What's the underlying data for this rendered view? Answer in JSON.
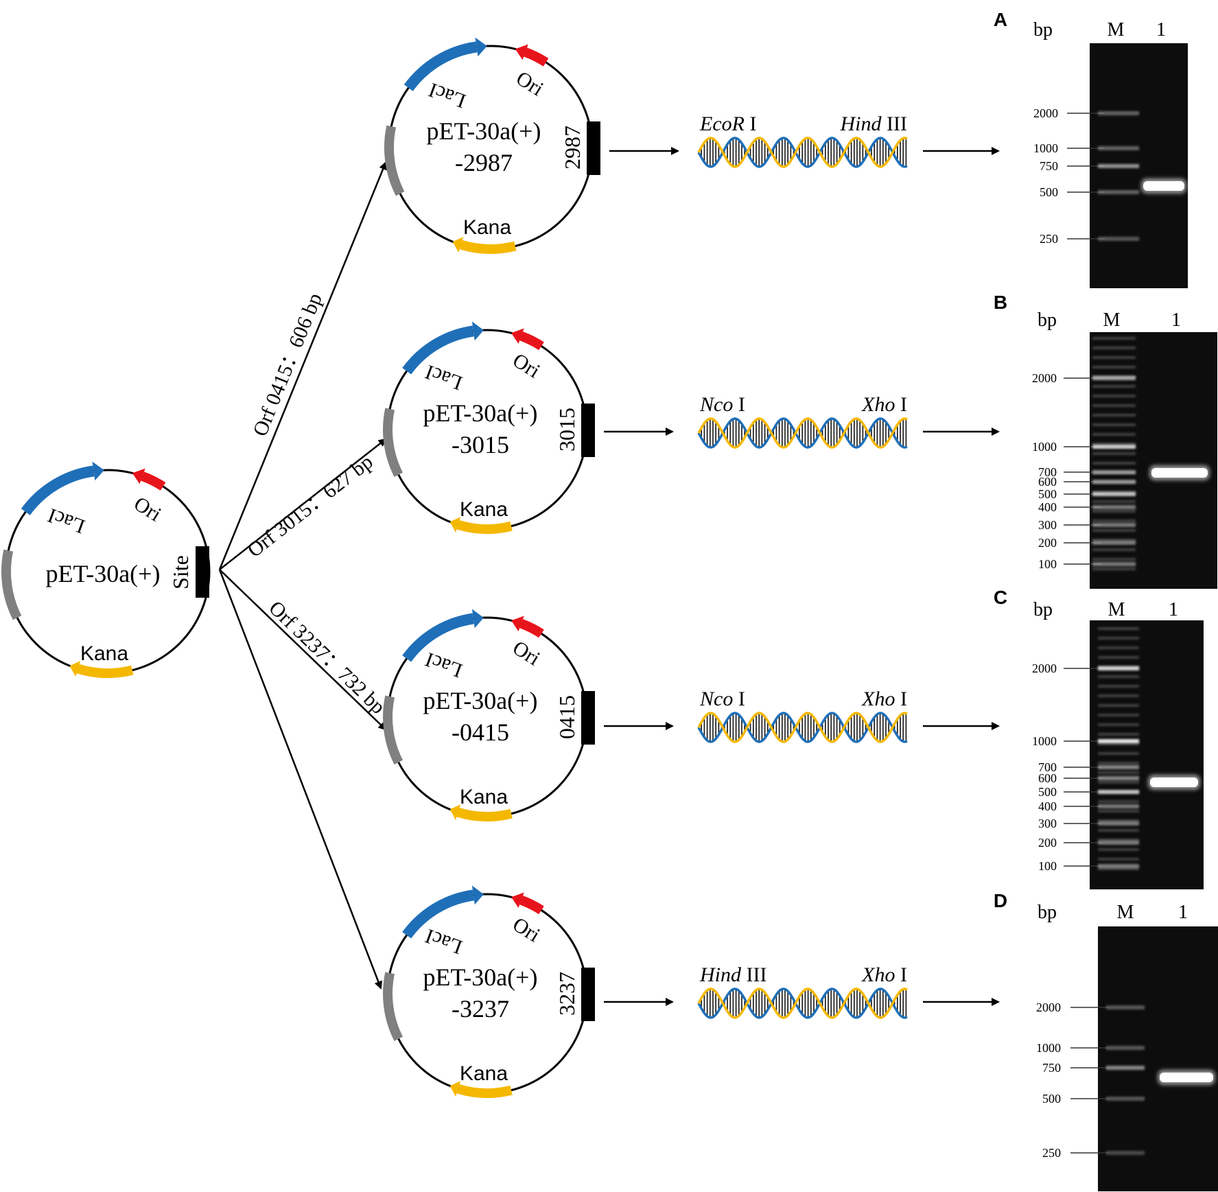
{
  "colors": {
    "laci": "#1f6fb8",
    "ori": "#e8141c",
    "kana": "#f5b800",
    "gray_segment": "#808080",
    "insert_block": "#000000",
    "dna_blue": "#1f6fb8",
    "dna_yellow": "#f5b800",
    "gel_background": "#0d0d0d"
  },
  "base_plasmid": {
    "name": "pET-30a(+)",
    "site_label": "Site",
    "laci_label": "LacI",
    "ori_label": "Ori",
    "kana_label": "Kana"
  },
  "orf_labels": [
    "Orf 0415：606 bp",
    "Orf 3015：627 bp",
    "Orf 3237：732 bp"
  ],
  "constructs": [
    {
      "line1": "pET-30a(+)",
      "line2": "-2987",
      "insert_label": "2987",
      "laci_label": "LacI",
      "ori_label": "Ori",
      "kana_label": "Kana",
      "enzyme_left_italic": "EcoR",
      "enzyme_left_roman": " I",
      "enzyme_right_italic": "Hind",
      "enzyme_right_roman": " III"
    },
    {
      "line1": "pET-30a(+)",
      "line2": "-3015",
      "insert_label": "3015",
      "laci_label": "LacI",
      "ori_label": "Ori",
      "kana_label": "Kana",
      "enzyme_left_italic": "Nco",
      "enzyme_left_roman": " I",
      "enzyme_right_italic": "Xho",
      "enzyme_right_roman": " I"
    },
    {
      "line1": "pET-30a(+)",
      "line2": "-0415",
      "insert_label": "0415",
      "laci_label": "LacI",
      "ori_label": "Ori",
      "kana_label": "Kana",
      "enzyme_left_italic": "Nco",
      "enzyme_left_roman": " I",
      "enzyme_right_italic": "Xho",
      "enzyme_right_roman": " I"
    },
    {
      "line1": "pET-30a(+)",
      "line2": "-3237",
      "insert_label": "3237",
      "laci_label": "LacI",
      "ori_label": "Ori",
      "kana_label": "Kana",
      "enzyme_left_italic": "Hind",
      "enzyme_left_roman": " III",
      "enzyme_right_italic": "Xho",
      "enzyme_right_roman": " I"
    }
  ],
  "gels": [
    {
      "panel": "A",
      "unit": "bp",
      "lane_marker": "M",
      "lane_sample": "1",
      "ladder": [
        "2000",
        "1000",
        "750",
        "500",
        "250"
      ]
    },
    {
      "panel": "B",
      "unit": "bp",
      "lane_marker": "M",
      "lane_sample": "1",
      "ladder": [
        "2000",
        "1000",
        "700",
        "600",
        "500",
        "400",
        "300",
        "200",
        "100"
      ]
    },
    {
      "panel": "C",
      "unit": "bp",
      "lane_marker": "M",
      "lane_sample": "1",
      "ladder": [
        "2000",
        "1000",
        "700",
        "600",
        "500",
        "400",
        "300",
        "200",
        "100"
      ]
    },
    {
      "panel": "D",
      "unit": "bp",
      "lane_marker": "M",
      "lane_sample": "1",
      "ladder": [
        "2000",
        "1000",
        "750",
        "500",
        "250"
      ]
    }
  ]
}
